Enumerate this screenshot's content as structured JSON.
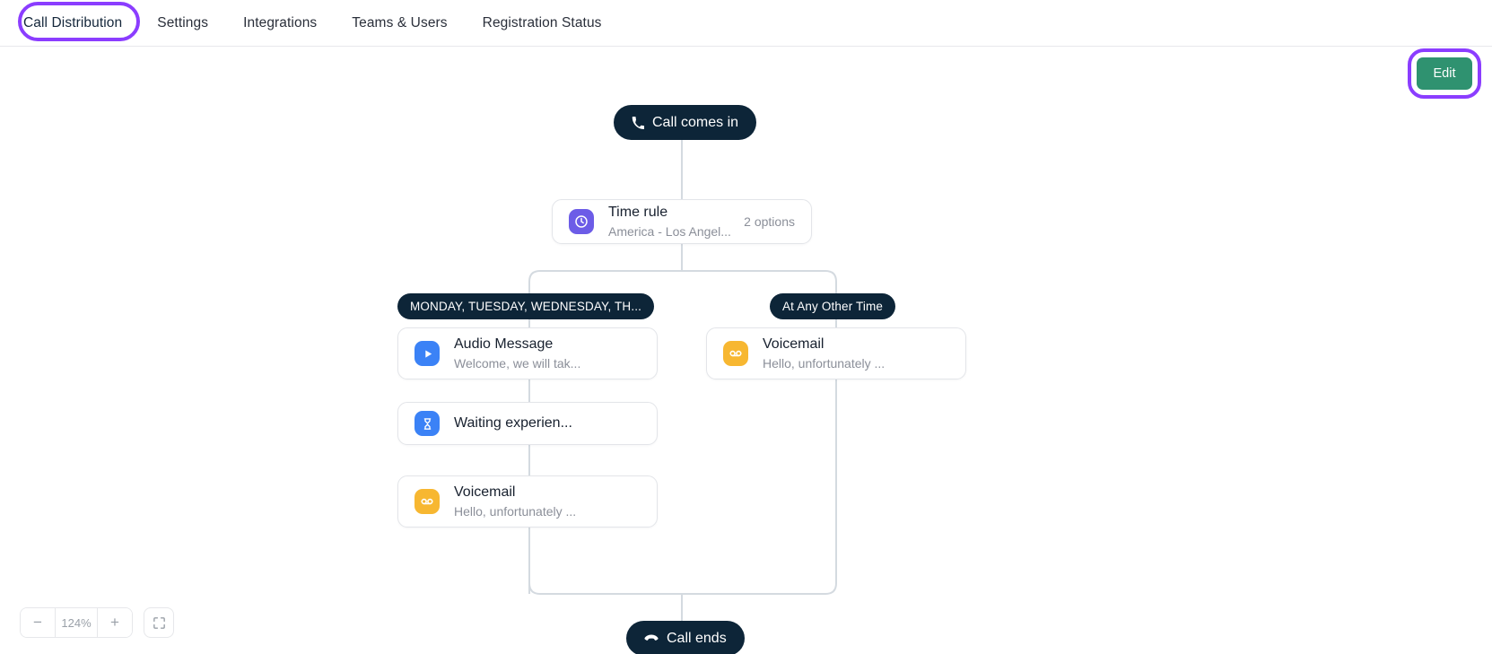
{
  "tabs": [
    {
      "label": "Call Distribution",
      "active": true
    },
    {
      "label": "Settings",
      "active": false
    },
    {
      "label": "Integrations",
      "active": false
    },
    {
      "label": "Teams & Users",
      "active": false
    },
    {
      "label": "Registration Status",
      "active": false
    }
  ],
  "toolbar": {
    "edit_label": "Edit",
    "edit_color": "#2f9270",
    "highlight_color": "#8b3dff"
  },
  "flow": {
    "start": {
      "label": "Call comes in",
      "icon": "phone-icon"
    },
    "end": {
      "label": "Call ends",
      "icon": "phone-hangup-icon"
    },
    "time_rule": {
      "title": "Time rule",
      "subtitle": "America - Los Angel...",
      "meta": "2 options",
      "icon": "clock-icon",
      "icon_color": "#6c5ce7"
    },
    "branches": [
      {
        "label": "MONDAY, TUESDAY, WEDNESDAY, TH...",
        "nodes": [
          {
            "title": "Audio Message",
            "subtitle": "Welcome, we will tak...",
            "icon": "play-icon",
            "icon_color": "#3b82f6"
          },
          {
            "title": "Waiting experien...",
            "subtitle": "",
            "icon": "hourglass-icon",
            "icon_color": "#3b82f6"
          },
          {
            "title": "Voicemail",
            "subtitle": "Hello, unfortunately ...",
            "icon": "voicemail-icon",
            "icon_color": "#f7b731"
          }
        ]
      },
      {
        "label": "At Any Other Time",
        "nodes": [
          {
            "title": "Voicemail",
            "subtitle": "Hello, unfortunately ...",
            "icon": "voicemail-icon",
            "icon_color": "#f7b731"
          }
        ]
      }
    ]
  },
  "zoom": {
    "minus_label": "−",
    "plus_label": "+",
    "value": "124%",
    "fit_icon": "fit-screen-icon"
  }
}
